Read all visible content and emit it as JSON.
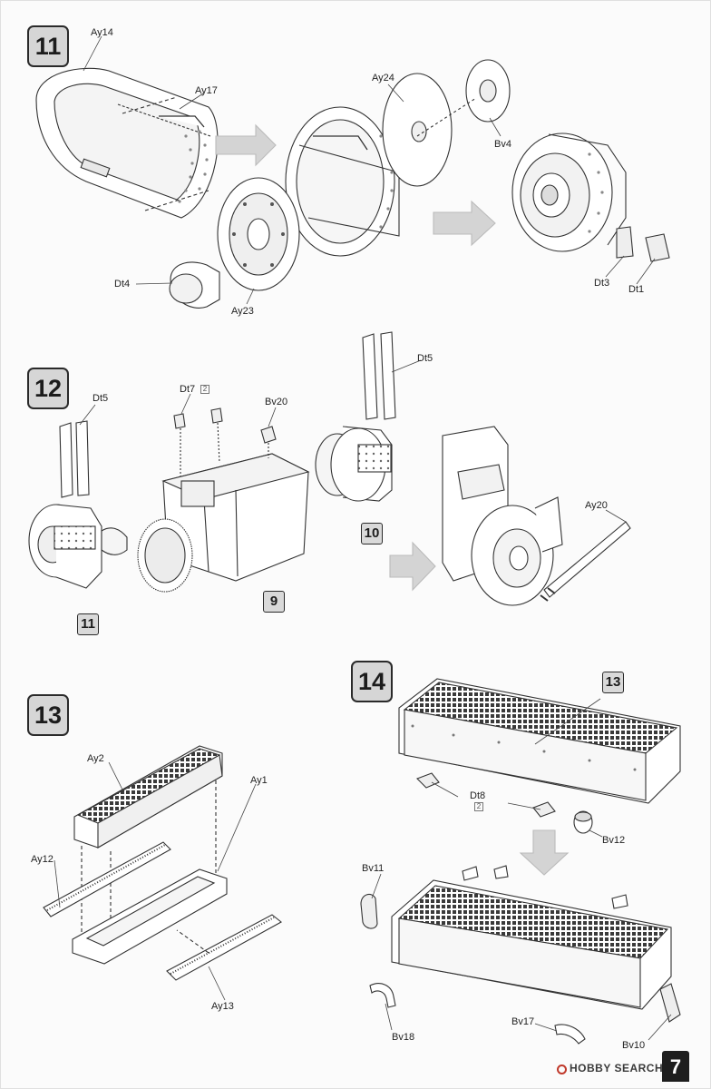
{
  "steps": [
    {
      "number": "11"
    },
    {
      "number": "12"
    },
    {
      "number": "13"
    },
    {
      "number": "14"
    }
  ],
  "subassembly_refs": {
    "step12_a": "10",
    "step12_b": "11",
    "step12_c": "9",
    "step14": "13"
  },
  "part_labels": {
    "ay14": "Ay14",
    "ay17": "Ay17",
    "ay24": "Ay24",
    "bv4": "Bv4",
    "dt4": "Dt4",
    "ay23": "Ay23",
    "dt3": "Dt3",
    "dt1": "Dt1",
    "dt5_left": "Dt5",
    "dt7": "Dt7",
    "bv20": "Bv20",
    "dt5_right": "Dt5",
    "ay20": "Ay20",
    "ay2": "Ay2",
    "ay1": "Ay1",
    "ay12": "Ay12",
    "ay13": "Ay13",
    "dt8": "Dt8",
    "bv12": "Bv12",
    "bv11": "Bv11",
    "bv18": "Bv18",
    "bv17": "Bv17",
    "bv10": "Bv10"
  },
  "multipliers": {
    "dt7": "2",
    "dt8": "2"
  },
  "page_number": "7",
  "watermark": "HOBBY SEARCH"
}
